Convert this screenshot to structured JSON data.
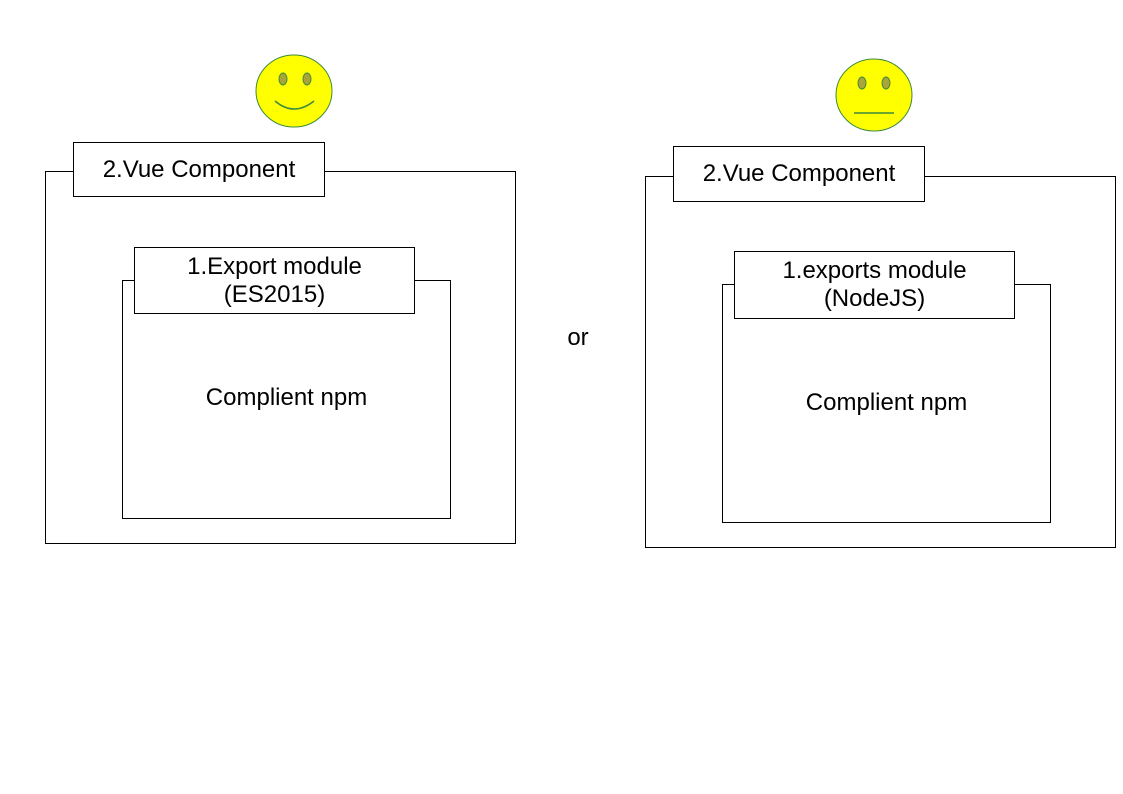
{
  "colors": {
    "face_fill": "#ffff00",
    "face_stroke": "#3c8a3c",
    "eye_fill": "#aaa43a",
    "line": "#000000"
  },
  "left_panel": {
    "mood_icon": "smiling-face-icon",
    "outer_label": "2.Vue Component",
    "inner_label_line1": "1.Export module",
    "inner_label_line2": "(ES2015)",
    "inner_body": "Complient npm"
  },
  "separator_text": "or",
  "right_panel": {
    "mood_icon": "neutral-face-icon",
    "outer_label": "2.Vue Component",
    "inner_label_line1": "1.exports module",
    "inner_label_line2": "(NodeJS)",
    "inner_body": "Complient npm"
  }
}
